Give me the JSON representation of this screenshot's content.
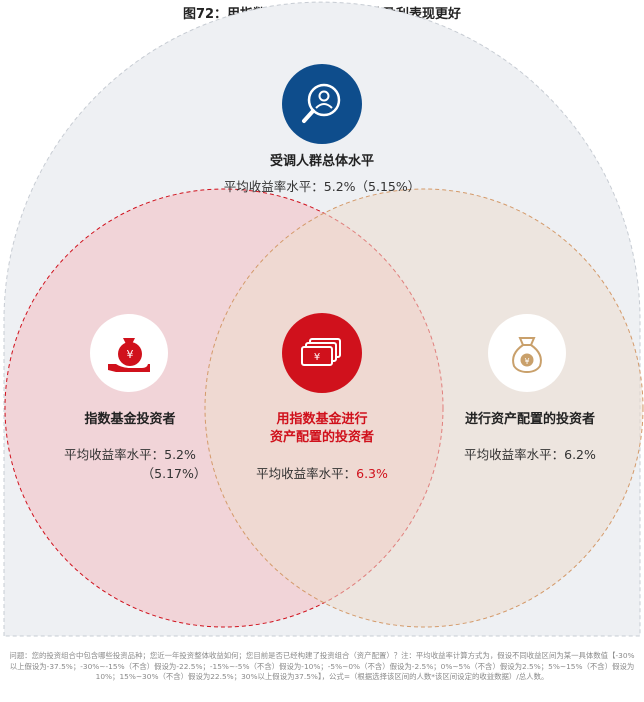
{
  "title": "图72：用指数基金进行资产配置的盈利表现更好",
  "top_group": {
    "label": "受调人群总体水平",
    "value": "平均收益率水平：5.2%（5.15%）",
    "icon": "magnifier-person-icon",
    "color": "#0e4d8c"
  },
  "left_group": {
    "label": "指数基金投资者",
    "value_line1": "平均收益率水平：5.2%",
    "value_line2": "（5.17%）",
    "icon": "hand-money-bag-icon",
    "color": "#d0111c"
  },
  "center_group": {
    "label_line1": "用指数基金进行",
    "label_line2": "资产配置的投资者",
    "value_prefix": "平均收益率水平：",
    "value_highlight": "6.3%",
    "icon": "banknotes-icon",
    "color": "#d0111c"
  },
  "right_group": {
    "label": "进行资产配置的投资者",
    "value": "平均收益率水平：6.2%",
    "icon": "money-bag-icon",
    "color": "#c9a06b"
  },
  "footnote": "问题：您的投资组合中包含哪些投资品种；您近一年投资整体收益如何；您目前是否已经构建了投资组合（资产配置）？注：平均收益率计算方式为，假设不同收益区间为某一具体数值【-30%以上假设为-37.5%；-30%~-15%（不含）假设为-22.5%；-15%~-5%（不含）假设为-10%；-5%~0%（不含）假设为-2.5%；0%~5%（不含）假设为2.5%；5%~15%（不含）假设为10%；15%~30%（不含）假设为22.5%；30%以上假设为37.5%】，公式=（根据选择该区间的人数*该区间设定的收益数据）/总人数。"
}
